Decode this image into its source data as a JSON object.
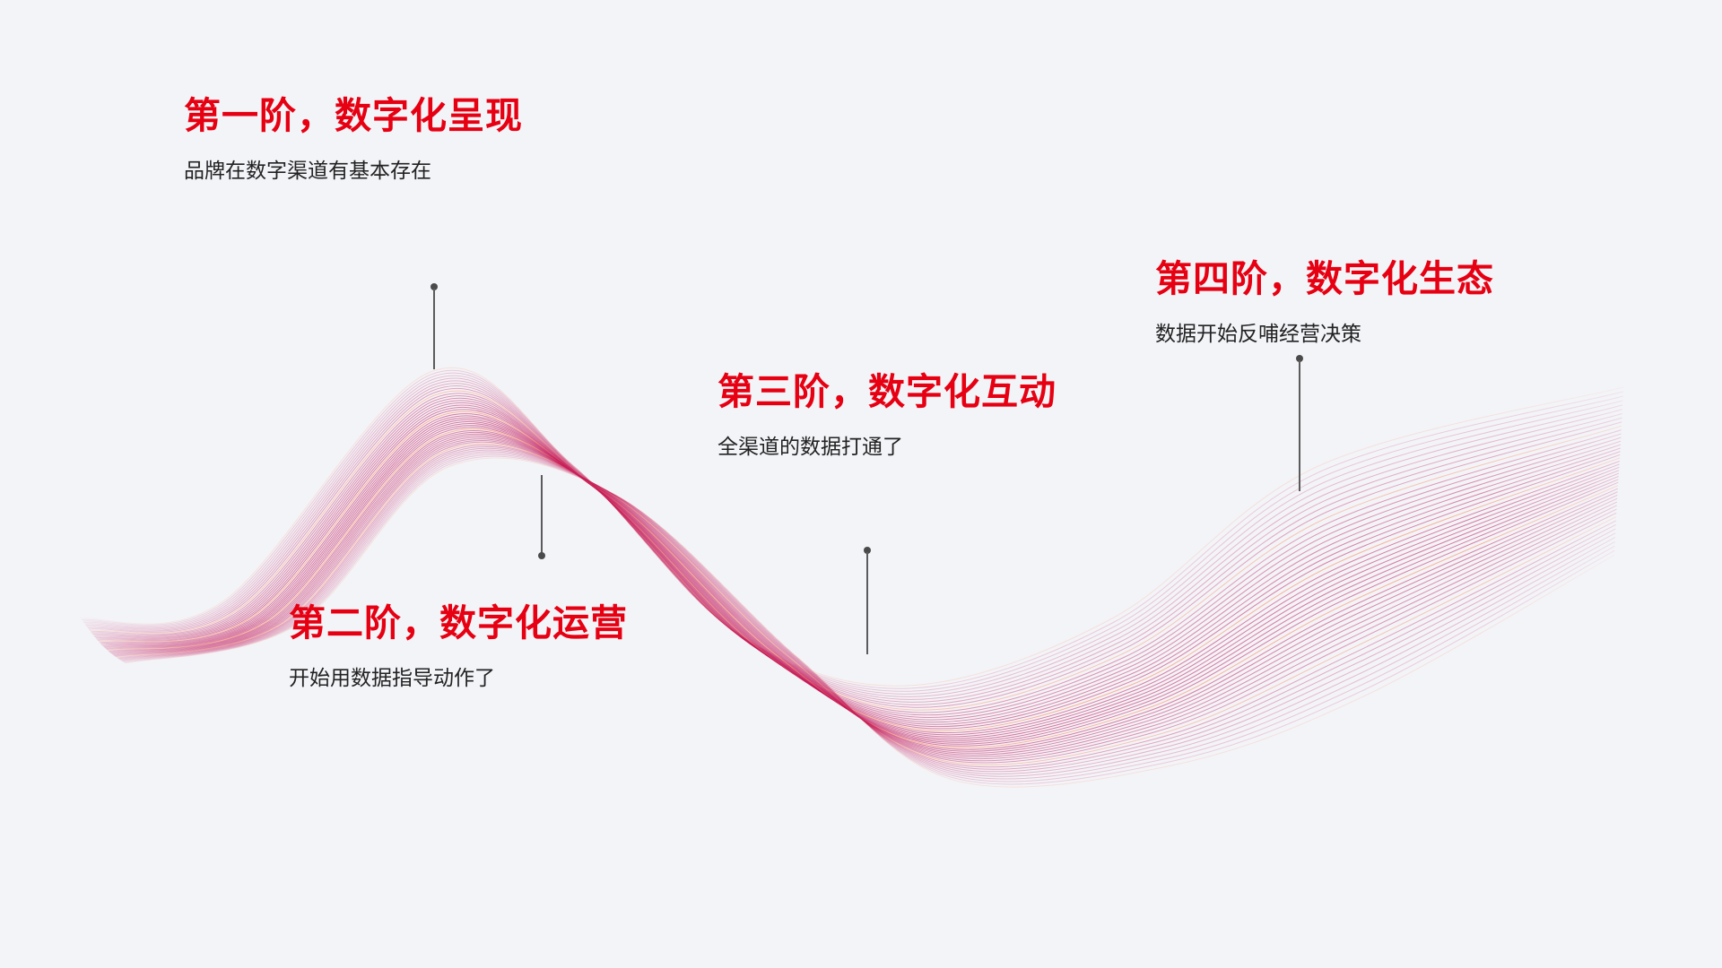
{
  "stages": [
    {
      "title": "第一阶，数字化呈现",
      "description": "品牌在数字渠道有基本存在"
    },
    {
      "title": "第二阶，数字化运营",
      "description": "开始用数据指导动作了"
    },
    {
      "title": "第三阶，数字化互动",
      "description": "全渠道的数据打通了"
    },
    {
      "title": "第四阶，数字化生态",
      "description": "数据开始反哺经营决策"
    }
  ],
  "colors": {
    "background": "#f3f4f8",
    "accent": "#e60012",
    "text": "#222222",
    "ribbon_primary": "#c2185b",
    "ribbon_highlight": "#ff7a4a"
  }
}
